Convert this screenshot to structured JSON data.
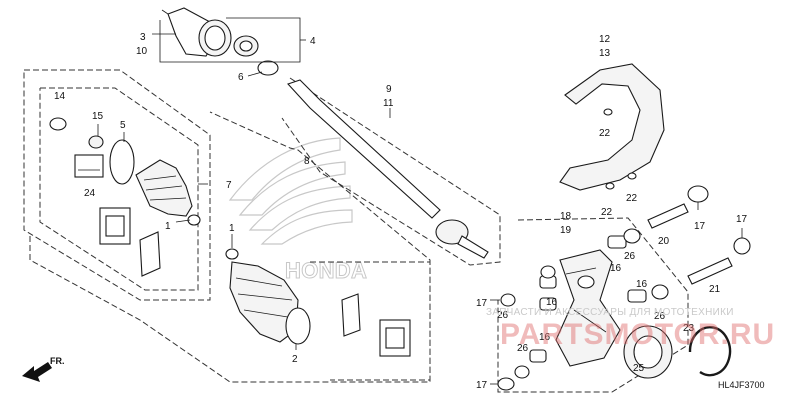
{
  "diagram": {
    "code": "HL4JF3700",
    "direction_label": "FR.",
    "watermark": {
      "caption": "ЗАПЧАСТИ И АКСЕССУАРЫ ДЛЯ МОТОТЕХНИКИ",
      "logo": "PARTSMOTOR.RU"
    },
    "brand_watermark": "HONDA",
    "callouts": [
      {
        "id": "c3",
        "text": "3"
      },
      {
        "id": "c10",
        "text": "10"
      },
      {
        "id": "c4",
        "text": "4"
      },
      {
        "id": "c6",
        "text": "6"
      },
      {
        "id": "c14",
        "text": "14"
      },
      {
        "id": "c15",
        "text": "15"
      },
      {
        "id": "c5",
        "text": "5"
      },
      {
        "id": "c24",
        "text": "24"
      },
      {
        "id": "c7",
        "text": "7"
      },
      {
        "id": "c1a",
        "text": "1"
      },
      {
        "id": "c1b",
        "text": "1"
      },
      {
        "id": "c8",
        "text": "8"
      },
      {
        "id": "c9",
        "text": "9"
      },
      {
        "id": "c11",
        "text": "11"
      },
      {
        "id": "c2",
        "text": "2"
      },
      {
        "id": "c12",
        "text": "12"
      },
      {
        "id": "c13",
        "text": "13"
      },
      {
        "id": "c22a",
        "text": "22"
      },
      {
        "id": "c22b",
        "text": "22"
      },
      {
        "id": "c22c",
        "text": "22"
      },
      {
        "id": "c18",
        "text": "18"
      },
      {
        "id": "c19",
        "text": "19"
      },
      {
        "id": "c16a",
        "text": "16"
      },
      {
        "id": "c16b",
        "text": "16"
      },
      {
        "id": "c16c",
        "text": "16"
      },
      {
        "id": "c16d",
        "text": "16"
      },
      {
        "id": "c26a",
        "text": "26"
      },
      {
        "id": "c26b",
        "text": "26"
      },
      {
        "id": "c26c",
        "text": "26"
      },
      {
        "id": "c26d",
        "text": "26"
      },
      {
        "id": "c17a",
        "text": "17"
      },
      {
        "id": "c17b",
        "text": "17"
      },
      {
        "id": "c17c",
        "text": "17"
      },
      {
        "id": "c17d",
        "text": "17"
      },
      {
        "id": "c20",
        "text": "20"
      },
      {
        "id": "c21",
        "text": "21"
      },
      {
        "id": "c23",
        "text": "23"
      },
      {
        "id": "c25",
        "text": "25"
      }
    ]
  }
}
